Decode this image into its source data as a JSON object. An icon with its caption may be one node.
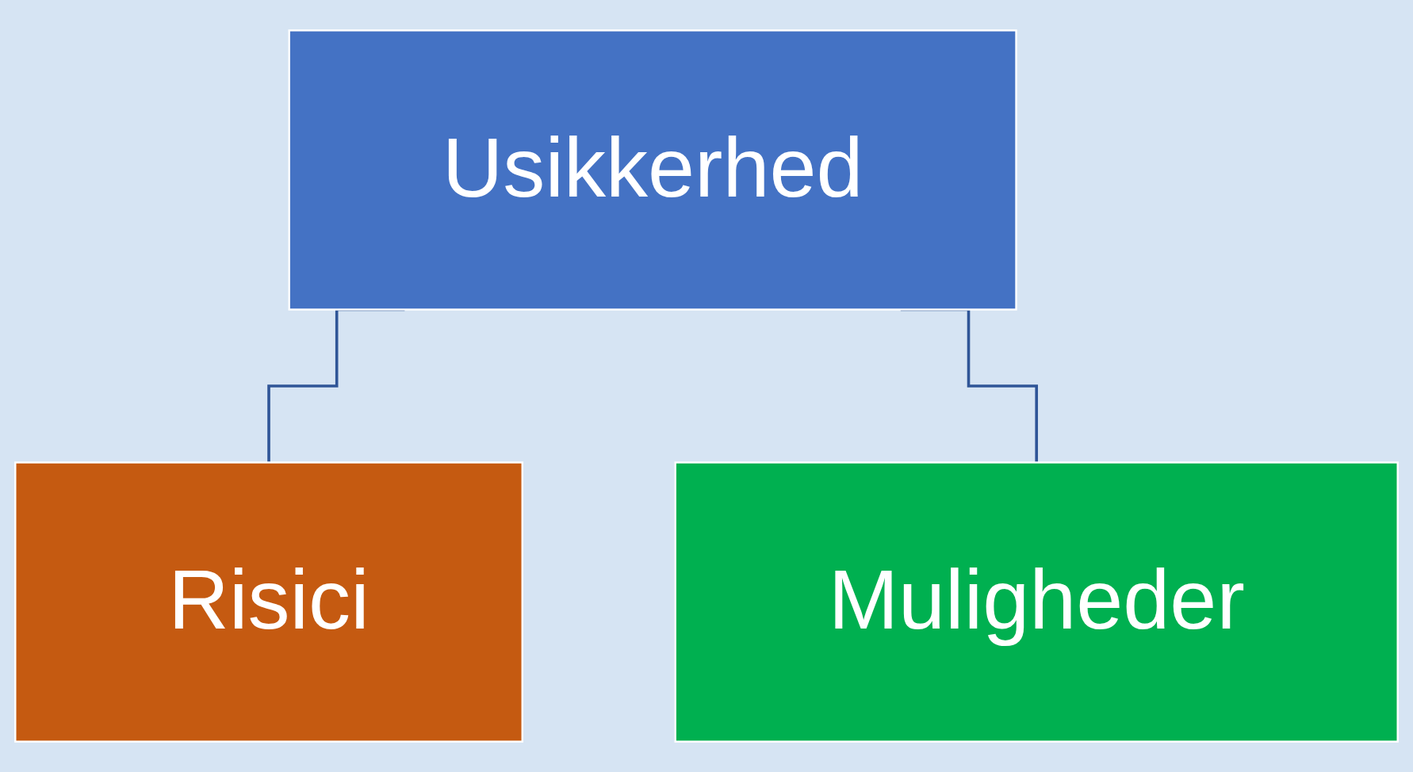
{
  "diagram": {
    "nodes": [
      {
        "text": [
          "Usikkerhed"
        ]
      },
      {
        "text": [
          "Risici"
        ]
      },
      {
        "text": [
          "Muligheder"
        ]
      }
    ],
    "edges": [
      {
        "from": 0,
        "to": 1,
        "arrow": "none"
      },
      {
        "from": 0,
        "to": 2,
        "arrow": "none"
      }
    ]
  }
}
